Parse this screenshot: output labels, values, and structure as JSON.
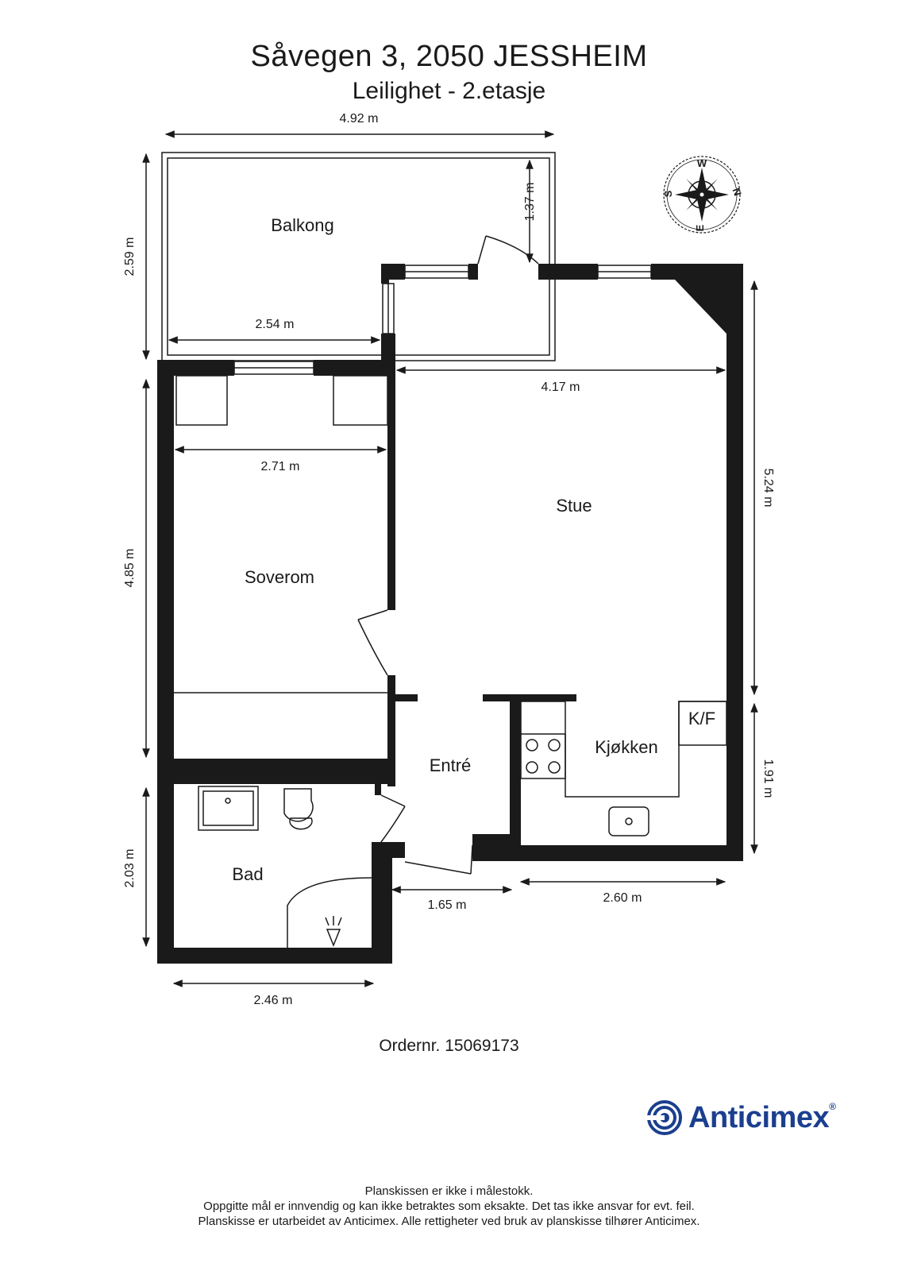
{
  "header": {
    "address": "Såvegen 3, 2050 JESSHEIM",
    "subtitle": "Leilighet  - 2.etasje"
  },
  "rooms": {
    "balkong": "Balkong",
    "stue": "Stue",
    "soverom": "Soverom",
    "entre": "Entré",
    "kjokken": "Kjøkken",
    "kf": "K/F",
    "bad": "Bad"
  },
  "dimensions": {
    "balcony_width": "4.92 m",
    "balcony_depth": "2.59 m",
    "balcony_door_side": "1.37 m",
    "balcony_inner": "2.54 m",
    "stue_width": "4.17 m",
    "stue_depth": "5.24 m",
    "soverom_width": "2.71 m",
    "soverom_depth": "4.85 m",
    "kitchen_depth": "1.91 m",
    "kitchen_width": "2.60 m",
    "entre_width": "1.65 m",
    "bad_depth": "2.03 m",
    "bad_width": "2.46 m"
  },
  "compass": {
    "n": "N",
    "s": "S",
    "e": "E",
    "w": "W"
  },
  "order": "Ordernr. 15069173",
  "brand": {
    "name": "Anticimex",
    "registered": "®",
    "color": "#1b3f8f"
  },
  "footer": {
    "line1": "Planskissen er ikke i målestokk.",
    "line2": "Oppgitte mål er innvendig og kan ikke betraktes som eksakte. Det tas ikke ansvar for evt. feil.",
    "line3": "Planskisse er utarbeidet av Anticimex. Alle rettigheter ved bruk av planskisse tilhører Anticimex."
  }
}
